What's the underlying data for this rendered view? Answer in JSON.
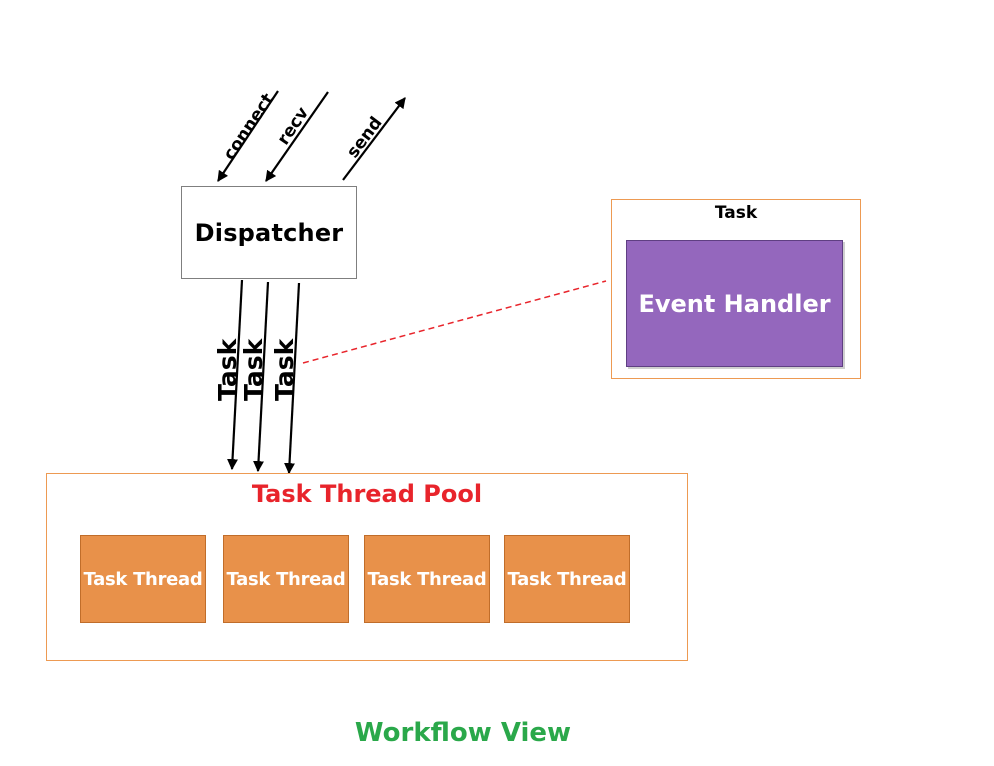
{
  "dispatcher": {
    "label": "Dispatcher"
  },
  "io_arrows": {
    "connect": "connect",
    "recv": "recv",
    "send": "send"
  },
  "task_arrows": {
    "labels": [
      "Task",
      "Task",
      "Task"
    ]
  },
  "task_panel": {
    "title": "Task",
    "event_handler": "Event Handler"
  },
  "pool": {
    "title": "Task Thread Pool",
    "threads": [
      "Task Thread",
      "Task Thread",
      "Task Thread",
      "Task Thread"
    ]
  },
  "footer": {
    "title": "Workflow View"
  },
  "colors": {
    "pool_title": "#e8242b",
    "footer_title": "#2aa84a",
    "event_handler_fill": "#9467bd",
    "thread_fill": "#e8914a",
    "panel_border": "#ed9a52",
    "dashed_link": "#e8242b"
  }
}
